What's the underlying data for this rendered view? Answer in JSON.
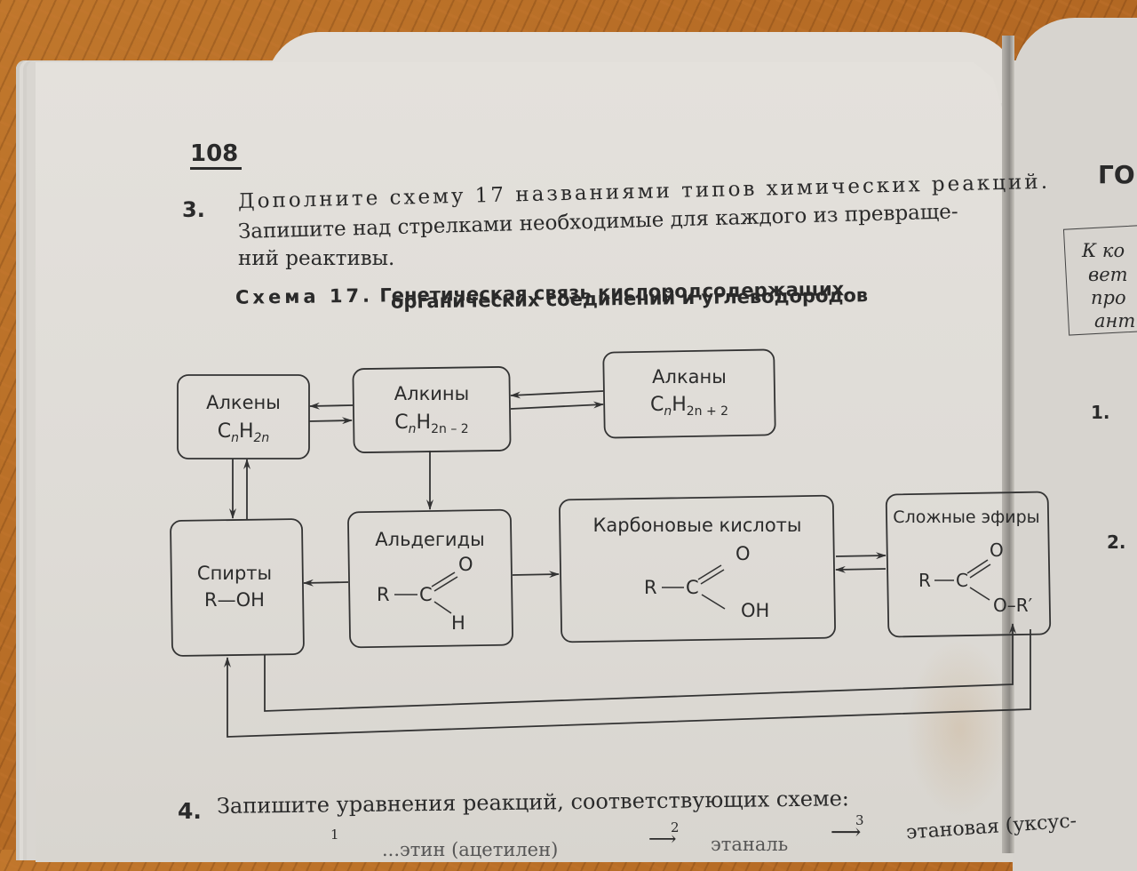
{
  "page": {
    "number": "108"
  },
  "task3": {
    "number": "3.",
    "lines": [
      "Дополните схему 17 названиями типов химических реакций.",
      "Запишите над стрелками необходимые для каждого из превраще-",
      "ний реактивы."
    ]
  },
  "scheme": {
    "title_prefix": "Схема 17.",
    "title_line1": "Генетическая связь кислородсодержащих",
    "title_line2": "органических соединений и углеводородов",
    "boxes": {
      "alkenes": {
        "name": "Алкены",
        "formula_main": "C",
        "formula_sub1": "n",
        "formula_h": "H",
        "formula_sub2": "2n"
      },
      "alkynes": {
        "name": "Алкины",
        "formula_main": "C",
        "formula_sub1": "n",
        "formula_h": "H",
        "formula_sub2": "2n – 2"
      },
      "alkanes": {
        "name": "Алканы",
        "formula_main": "C",
        "formula_sub1": "n",
        "formula_h": "H",
        "formula_sub2": "2n + 2"
      },
      "alcohols": {
        "name": "Спирты",
        "formula": "R—OH"
      },
      "aldehydes": {
        "name": "Альдегиды",
        "r": "R",
        "c": "C",
        "o": "O",
        "h": "H"
      },
      "acids": {
        "name": "Карбоновые кислоты",
        "r": "R",
        "c": "C",
        "o": "O",
        "oh": "OH"
      },
      "esters": {
        "name": "Сложные эфиры",
        "r": "R",
        "c": "C",
        "o": "O",
        "or": "O–R′"
      }
    }
  },
  "task4": {
    "number": "4.",
    "text": "Запишите уравнения реакций, соответствующих схеме:",
    "chain": {
      "step1": "1",
      "step2": "2",
      "step3": "3",
      "part1": "...этин (ацетилен)",
      "part2": "этаналь",
      "part3": "этановая (уксус-"
    }
  },
  "right_page": {
    "title": "ГО",
    "box_lines": [
      "К ко",
      "вет",
      "про",
      "ант"
    ],
    "items": [
      "1.",
      "2."
    ]
  }
}
